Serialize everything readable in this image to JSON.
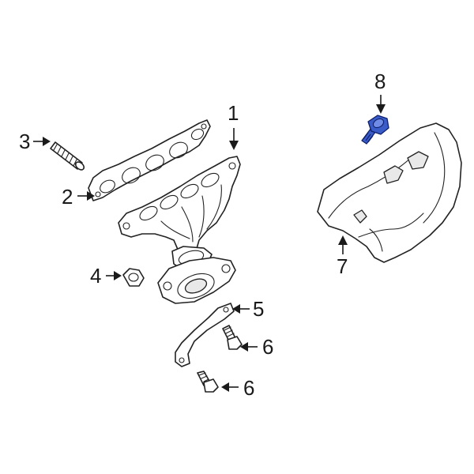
{
  "callouts": [
    {
      "id": "1",
      "label": "1"
    },
    {
      "id": "2",
      "label": "2"
    },
    {
      "id": "3",
      "label": "3"
    },
    {
      "id": "4",
      "label": "4"
    },
    {
      "id": "5",
      "label": "5"
    },
    {
      "id": "6a",
      "label": "6"
    },
    {
      "id": "6b",
      "label": "6"
    },
    {
      "id": "7",
      "label": "7"
    },
    {
      "id": "8",
      "label": "8"
    }
  ],
  "highlight_color": "#3a5cc9",
  "line_color": "#1a1a1a"
}
